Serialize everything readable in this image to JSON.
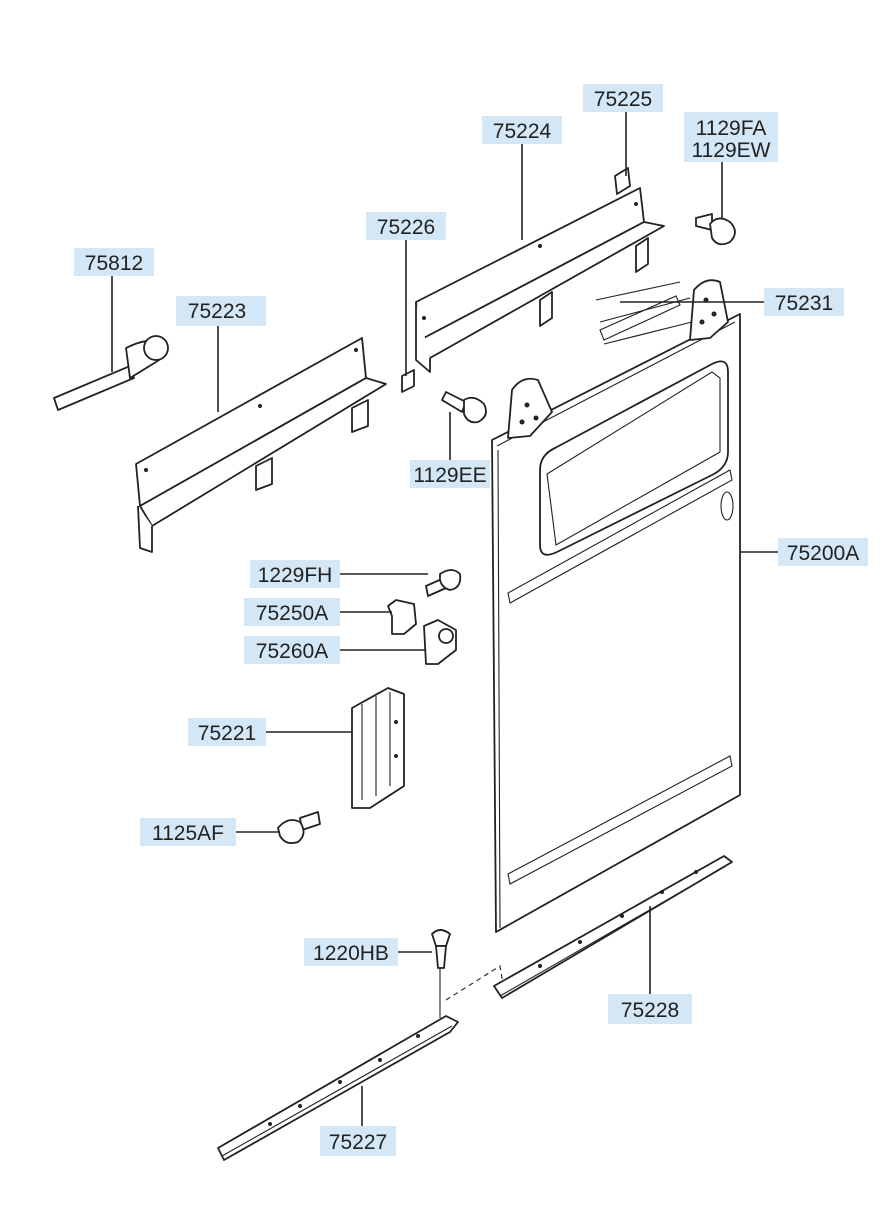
{
  "labels": {
    "p75225": "75225",
    "p75224": "75224",
    "p1129FA": "1129FA",
    "p1129EW": "1129EW",
    "p75226": "75226",
    "p75812": "75812",
    "p75223": "75223",
    "p75231": "75231",
    "p1129EE": "1129EE",
    "p75200A": "75200A",
    "p1229FH": "1229FH",
    "p75250A": "75250A",
    "p75260A": "75260A",
    "p75221": "75221",
    "p1125AF": "1125AF",
    "p1220HB": "1220HB",
    "p75228": "75228",
    "p75227": "75227"
  }
}
